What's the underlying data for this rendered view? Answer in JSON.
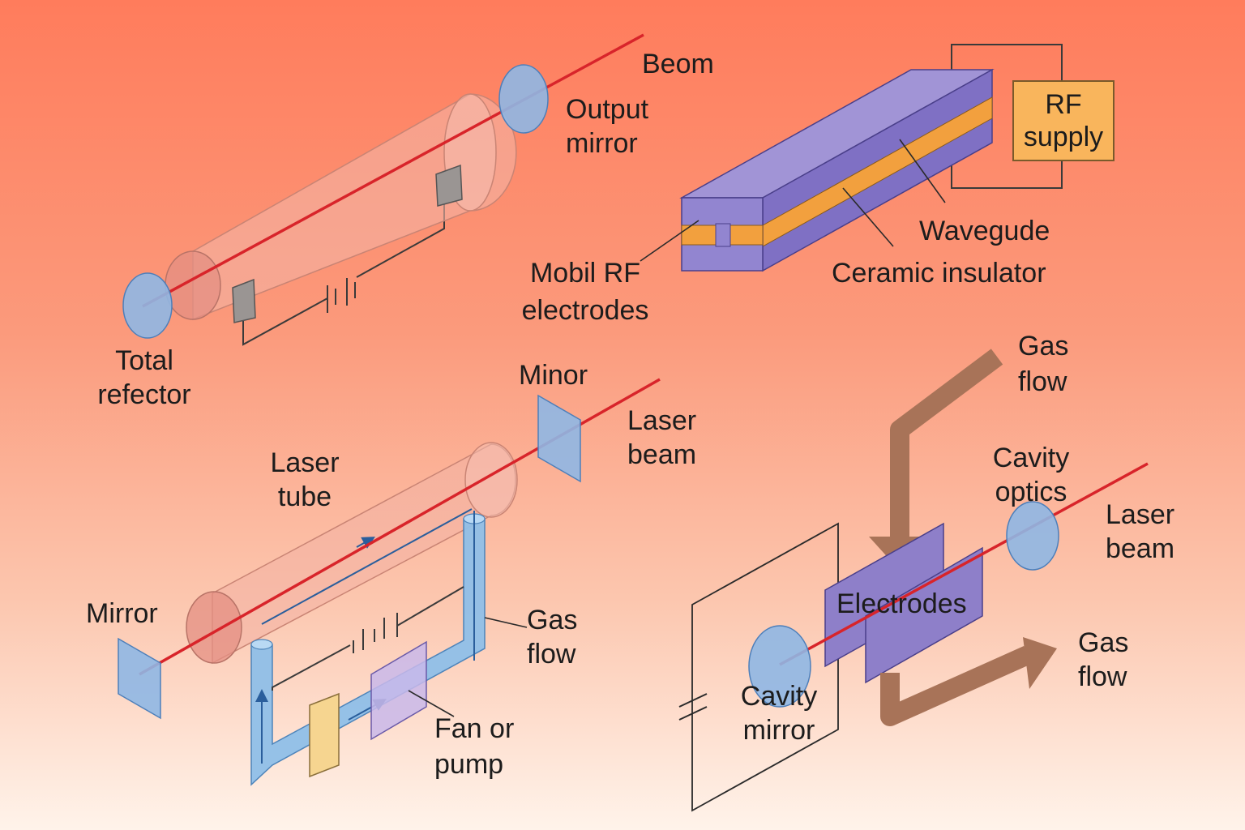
{
  "colors": {
    "background_top": "#ff7c5c",
    "background_bottom": "#fff3ea",
    "beam": "#d8242a",
    "tube": "#f6b7a9",
    "mirror": "#8fb7e4",
    "electrode_block": "#8e7fc9",
    "ceramic": "#f2a03e",
    "rf_supply": "#f9b55c",
    "gas_flow_arrow": "#a87358",
    "gas_tube": "#8fbfe8",
    "fan": "#f6d590"
  },
  "diagrams": {
    "dc_laser": {
      "beam_label": "Beom",
      "output_mirror_label": [
        "Output",
        "mirror"
      ],
      "total_reflector_label": [
        "Total",
        "refector"
      ]
    },
    "waveguide_laser": {
      "rf_supply_label": [
        "RF",
        "supply"
      ],
      "waveguide_label": "Wavegude",
      "ceramic_label": "Ceramic insulator",
      "electrodes_label": [
        "Mobil RF",
        "electrodes"
      ]
    },
    "flowing_gas_laser": {
      "mirror_top_label": "Minor",
      "laser_beam_label": [
        "Laser",
        "beam"
      ],
      "laser_tube_label": [
        "Laser",
        "tube"
      ],
      "mirror_label": "Mirror",
      "gas_flow_label": [
        "Gas",
        "flow"
      ],
      "fan_label": [
        "Fan or",
        "pump"
      ]
    },
    "transverse_flow_laser": {
      "gas_flow_in_label": [
        "Gas",
        "flow"
      ],
      "cavity_optics_label": [
        "Cavity",
        "optics"
      ],
      "laser_beam_label": [
        "Laser",
        "beam"
      ],
      "electrodes_label": "Electrodes",
      "gas_flow_out_label": [
        "Gas",
        "flow"
      ],
      "cavity_mirror_label": [
        "Cavity",
        "mirror"
      ]
    }
  }
}
